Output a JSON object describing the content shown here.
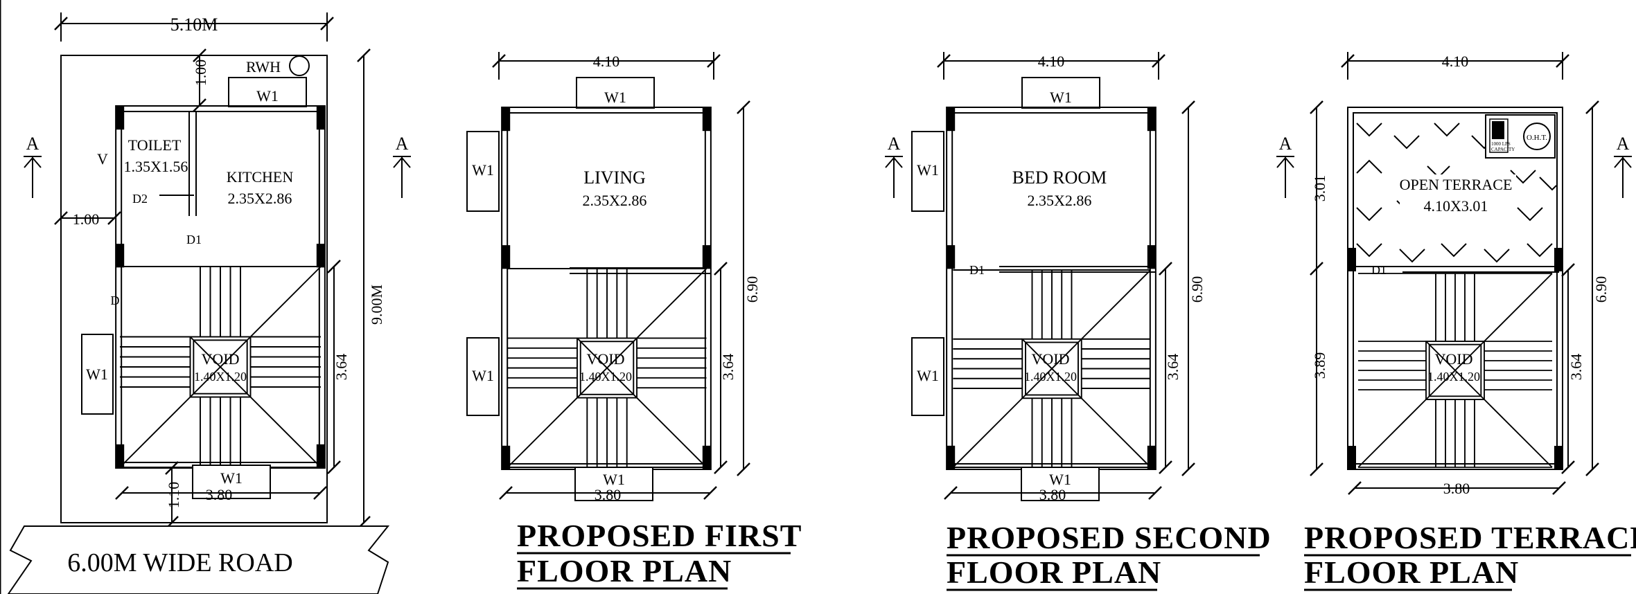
{
  "plans": {
    "ground": {
      "width_dim": "5.10M",
      "setback_top": "1.00",
      "rwh": "RWH",
      "w1_top": "W1",
      "toilet": "TOILET",
      "toilet_size": "1.35X1.56",
      "v": "V",
      "kitchen": "KITCHEN",
      "kitchen_size": "2.35X2.86",
      "d2": "D2",
      "d1": "D1",
      "d": "D",
      "setback_left": "1.00",
      "w1_left": "W1",
      "void": "VOID",
      "void_size": "1.40X1.20",
      "w1_bottom": "W1",
      "width_bottom": "3.80",
      "setback_bottom": "1.10",
      "depth_total": "9.00M",
      "stair_dim": "3.64",
      "road": "6.00M WIDE ROAD",
      "section_a_left": "A",
      "section_a_right": "A"
    },
    "first": {
      "width_dim": "4.10",
      "w1_top": "W1",
      "w1_left_upper": "W1",
      "w1_left_lower": "W1",
      "room": "LIVING",
      "room_size": "2.35X2.86",
      "void": "VOID",
      "void_size": "1.40X1.20",
      "w1_bottom": "W1",
      "width_bottom": "3.80",
      "height_total": "6.90",
      "stair_dim": "3.64",
      "title_line1": "PROPOSED FIRST",
      "title_line2": "FLOOR PLAN"
    },
    "second": {
      "width_dim": "4.10",
      "w1_top": "W1",
      "w1_left_upper": "W1",
      "w1_left_lower": "W1",
      "room": "BED ROOM",
      "room_size": "2.35X2.86",
      "d1": "D1",
      "void": "VOID",
      "void_size": "1.40X1.20",
      "w1_bottom": "W1",
      "width_bottom": "3.80",
      "height_total": "6.90",
      "stair_dim": "3.64",
      "section_a": "A",
      "title_line1": "PROPOSED SECOND",
      "title_line2": "FLOOR PLAN"
    },
    "terrace": {
      "width_dim": "4.10",
      "room": "OPEN TERRACE",
      "room_size": "4.10X3.01",
      "oht": "O.H.T.",
      "tank_note_1": "1000 LPS",
      "tank_note_2": "CAPACITY",
      "d1": "D1",
      "void": "VOID",
      "void_size": "1.40X1.20",
      "width_bottom": "3.80",
      "upper_dim": "3.01",
      "lower_dim": "3.89",
      "height_total": "6.90",
      "stair_dim": "3.64",
      "section_a_left": "A",
      "section_a_right": "A",
      "title_line1": "PROPOSED TERRACE",
      "title_line2": "FLOOR PLAN"
    }
  }
}
